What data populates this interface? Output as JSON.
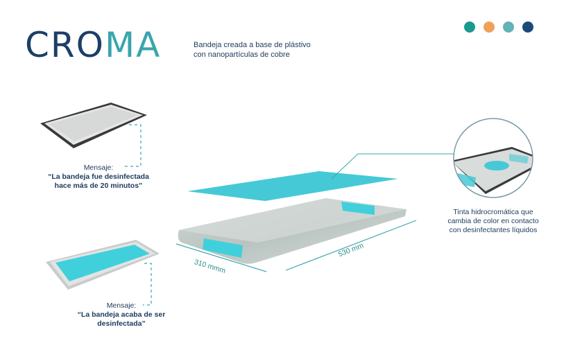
{
  "brand": {
    "logo_left": "CRO",
    "logo_mid": "M",
    "logo_right": "A"
  },
  "tagline": {
    "line1": "Bandeja creada a base de plástivo",
    "line2": "con nanopartículas de cobre"
  },
  "palette": [
    "#1a9a8c",
    "#f0a05a",
    "#62b2b8",
    "#1c4a78"
  ],
  "message1": {
    "label": "Mensaje:",
    "line1": "“La bandeja fue desinfectada",
    "line2": "hace más de 20 minutos”"
  },
  "message2": {
    "label": "Mensaje:",
    "line1": "“La bandeja acaba de ser",
    "line2": "desinfectada”"
  },
  "callout": {
    "line1": "Tinta hidrocromática que",
    "line2": "cambia de color en contacto",
    "line3": "con desinfectantes líquidos"
  },
  "dimensions": {
    "width": "310 mmm",
    "length": "530 mm"
  }
}
